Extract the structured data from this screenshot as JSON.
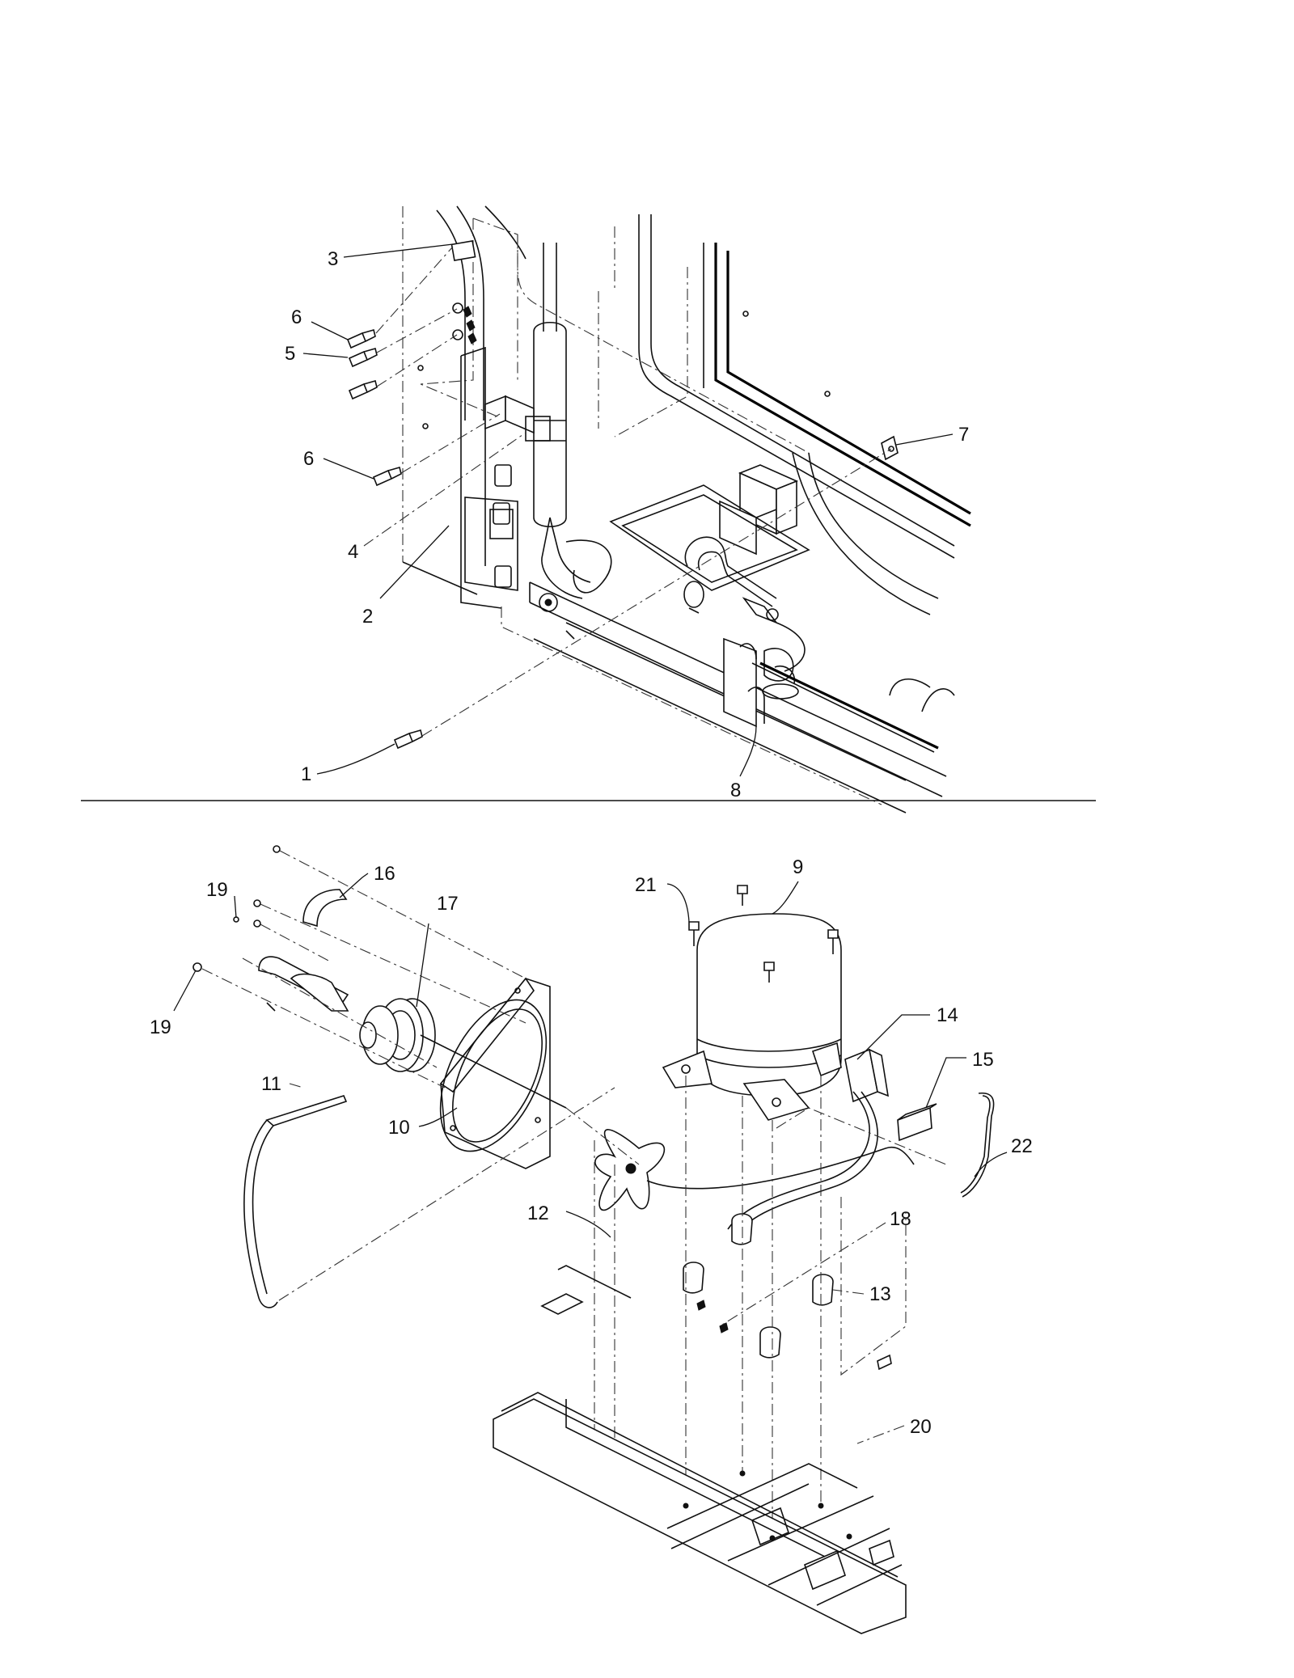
{
  "callouts": [
    {
      "id": "c1",
      "label": "1"
    },
    {
      "id": "c2",
      "label": "2"
    },
    {
      "id": "c3",
      "label": "3"
    },
    {
      "id": "c4",
      "label": "4"
    },
    {
      "id": "c5",
      "label": "5"
    },
    {
      "id": "c6a",
      "label": "6"
    },
    {
      "id": "c6b",
      "label": "6"
    },
    {
      "id": "c7",
      "label": "7"
    },
    {
      "id": "c8",
      "label": "8"
    },
    {
      "id": "c9",
      "label": "9"
    },
    {
      "id": "c10",
      "label": "10"
    },
    {
      "id": "c11",
      "label": "11"
    },
    {
      "id": "c12",
      "label": "12"
    },
    {
      "id": "c13",
      "label": "13"
    },
    {
      "id": "c14",
      "label": "14"
    },
    {
      "id": "c15",
      "label": "15"
    },
    {
      "id": "c16",
      "label": "16"
    },
    {
      "id": "c17",
      "label": "17"
    },
    {
      "id": "c18",
      "label": "18"
    },
    {
      "id": "c19a",
      "label": "19"
    },
    {
      "id": "c19b",
      "label": "19"
    },
    {
      "id": "c20",
      "label": "20"
    },
    {
      "id": "c21",
      "label": "21"
    },
    {
      "id": "c22",
      "label": "22"
    }
  ]
}
